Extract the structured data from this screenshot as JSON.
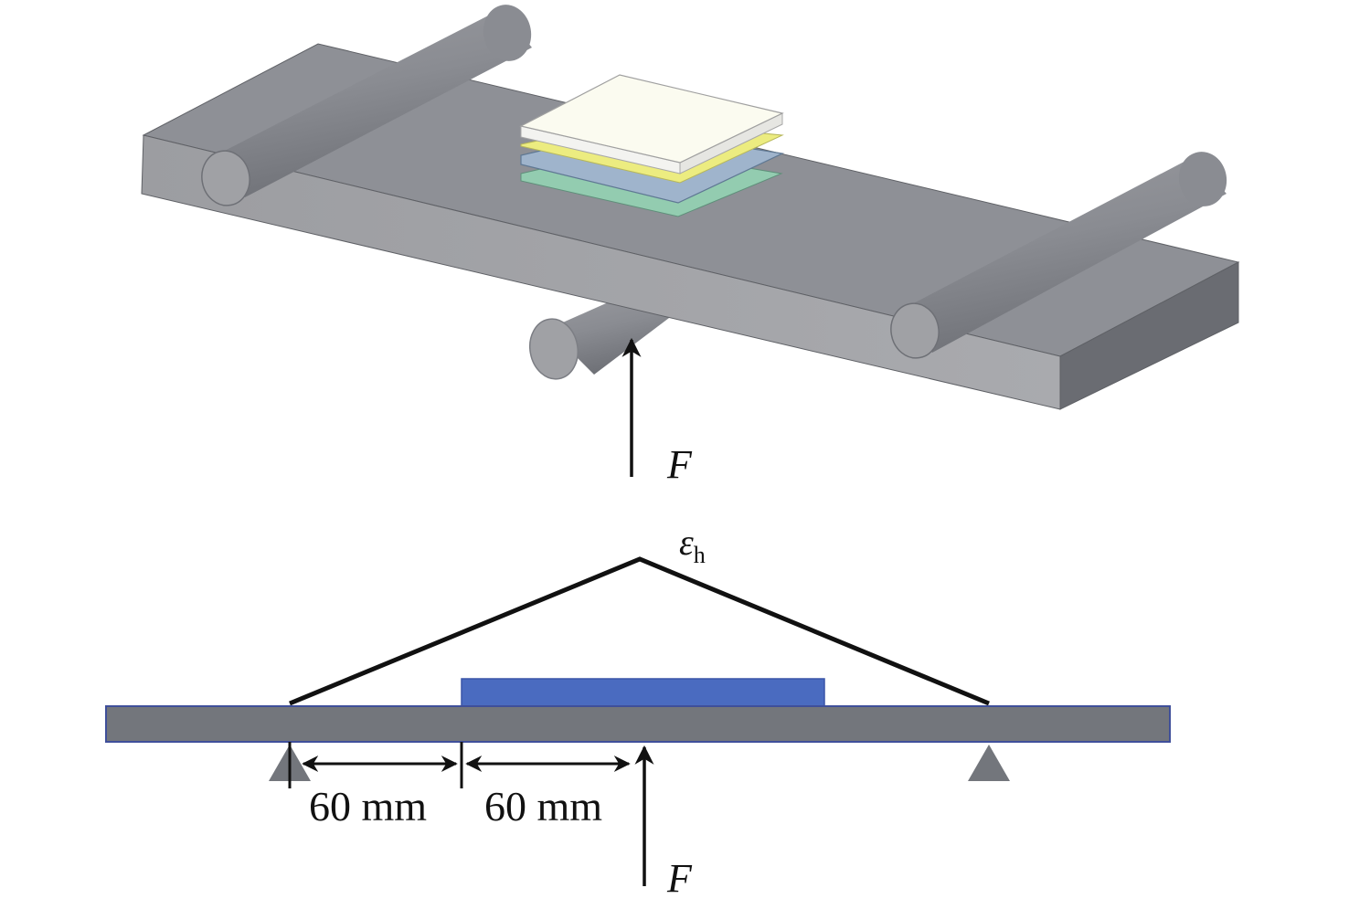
{
  "figure": {
    "top_view": {
      "description": "3D three-point bending fixture with laminated specimen",
      "force_label": "F",
      "layers": [
        {
          "name": "top-glass",
          "color": "#f9f9ee"
        },
        {
          "name": "yellow-layer",
          "color": "#ecec80"
        },
        {
          "name": "blue-layer",
          "color": "#9fb4cc"
        },
        {
          "name": "green-layer",
          "color": "#93ccb0"
        }
      ],
      "colors": {
        "beam_top": "#8e9096",
        "beam_front": "#a3a4a8",
        "beam_side": "#6a6c72",
        "roller": "#8a8c92",
        "roller_end": "#a0a1a5"
      }
    },
    "schematic": {
      "strain_label": "ε",
      "strain_subscript": "h",
      "dimension_left": "60 mm",
      "dimension_right": "60 mm",
      "force_label": "F",
      "colors": {
        "beam": "#73767c",
        "beam_border": "#3f4f9a",
        "specimen": "#4a6bc0",
        "support": "#73767c",
        "line": "#111111"
      }
    }
  }
}
